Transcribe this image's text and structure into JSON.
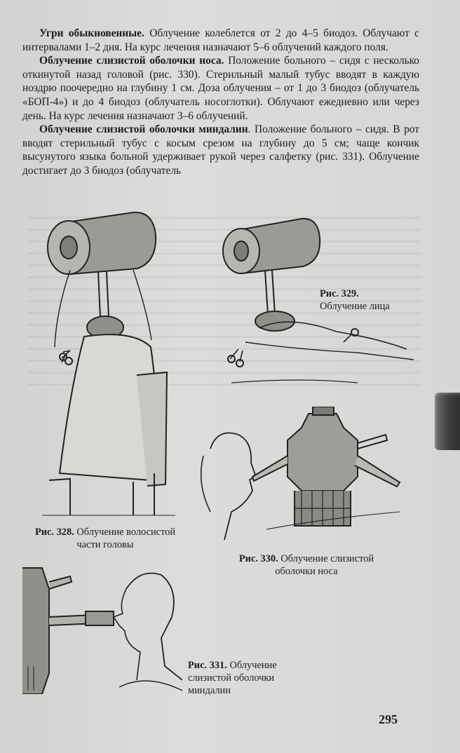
{
  "paragraphs": [
    {
      "bold": "Угри обыкновенные.",
      "text": " Облучение колеблется от 2 до 4–5 биодоз. Облучают с интервалами 1–2 дня. На курс лечения назначают 5–6 облучений каждого поля."
    },
    {
      "bold": "Облучение слизистой оболочки носа.",
      "text": " Положение больного – сидя с несколько откинутой назад головой (рис. 330). Стерильный малый тубус вводят в каждую ноздрю поочередно на глубину 1 см. Доза облучения – от 1 до 3 биодоз (облучатель «БОП-4») и до 4 биодоз (облучатель носоглотки). Облучают ежедневно или через день. На курс лечения назначают 3–6 облучений."
    },
    {
      "bold": "Облучение слизистой оболочки миндалин",
      "text": ". Положение больного – сидя. В рот вводят стерильный тубус с косым срезом на глубину до 5 см; чаще кончик высунутого языка больной удерживает рукой через салфетку (рис. 331). Облучение достигает до 3 биодоз (облучатель"
    }
  ],
  "figures": {
    "fig328": {
      "number": "Рис. 328.",
      "caption": "Облучение волосистой части головы"
    },
    "fig329": {
      "number": "Рис. 329.",
      "caption": "Облучение лица"
    },
    "fig330": {
      "number": "Рис. 330.",
      "caption": "Облучение слизистой оболочки носа"
    },
    "fig331": {
      "number": "Рис. 331.",
      "caption": "Облучение слизистой оболочки миндалин"
    }
  },
  "page_number": "295"
}
